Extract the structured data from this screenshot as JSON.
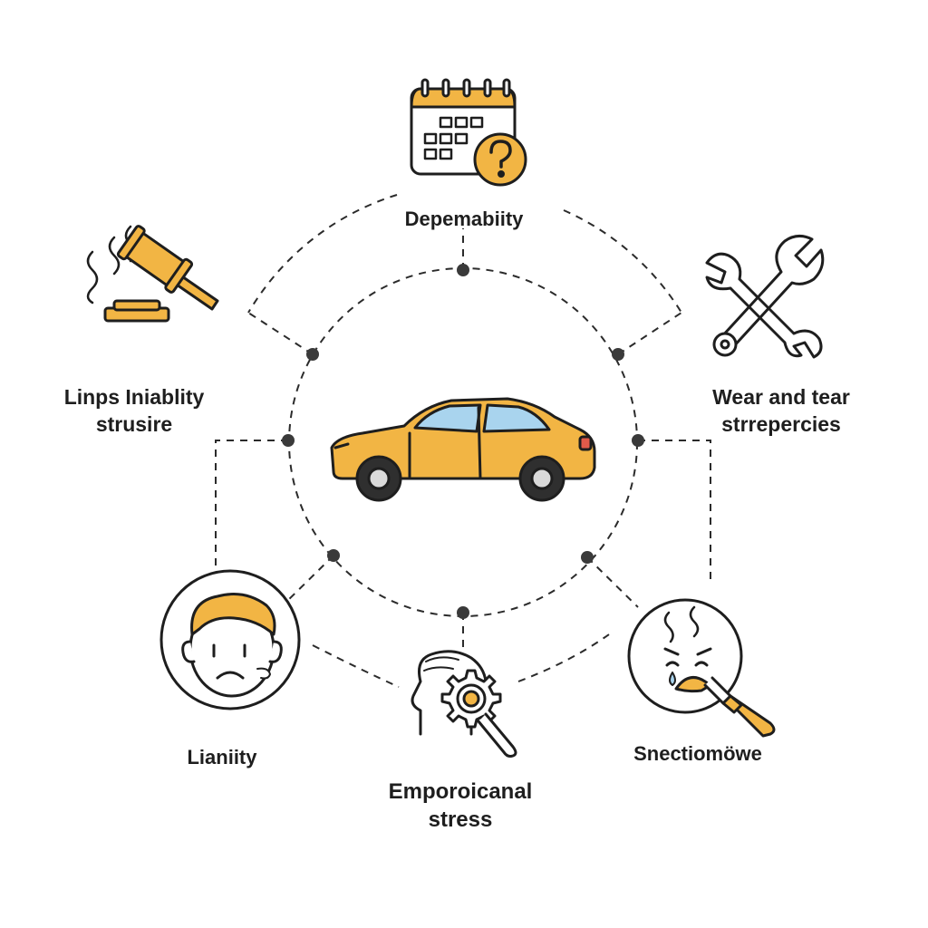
{
  "nodes": {
    "top": {
      "label": "Depemabiity",
      "icon": "calendar-question-icon"
    },
    "upper_left": {
      "lines": [
        "Linps Iniablity",
        "strusire"
      ],
      "icon": "gavel-icon"
    },
    "upper_right": {
      "lines": [
        "Wear and tear",
        "strrepercies"
      ],
      "icon": "wrench-icon"
    },
    "lower_left": {
      "label": "Lianiity",
      "icon": "sad-face-icon"
    },
    "bottom": {
      "lines": [
        "Emporoicanal",
        "stress"
      ],
      "icon": "head-gear-icon"
    },
    "lower_right": {
      "label": "Snectiomöwe",
      "icon": "crying-face-tool-icon"
    }
  },
  "center": {
    "icon": "car-icon"
  },
  "colors": {
    "accent": "#F2B544",
    "stroke": "#1e1e1e",
    "line": "#2b2b2b",
    "dot": "#3a3a3a",
    "window": "#A9D4EE",
    "background": "#ffffff"
  }
}
